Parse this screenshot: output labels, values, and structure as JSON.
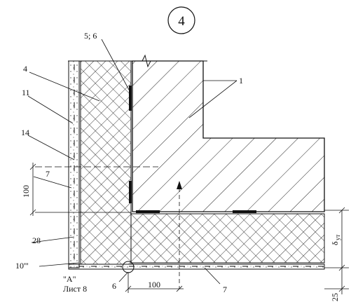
{
  "detail": {
    "number": "4"
  },
  "callouts": {
    "item_5_6": "5; 6",
    "item_4": "4",
    "item_11": "11",
    "item_1": "1",
    "item_14": "14",
    "item_7_left": "7",
    "item_28": "28",
    "item_10": "10'''",
    "item_6": "6",
    "item_7_bottom": "7"
  },
  "reference": {
    "mark": "\"A\"",
    "sheet": "Лист 8"
  },
  "dimensions": {
    "vertical_100": "100",
    "horizontal_100": "100",
    "bottom_25": "25",
    "delta_symbol": "δ",
    "delta_sub": "ут"
  }
}
